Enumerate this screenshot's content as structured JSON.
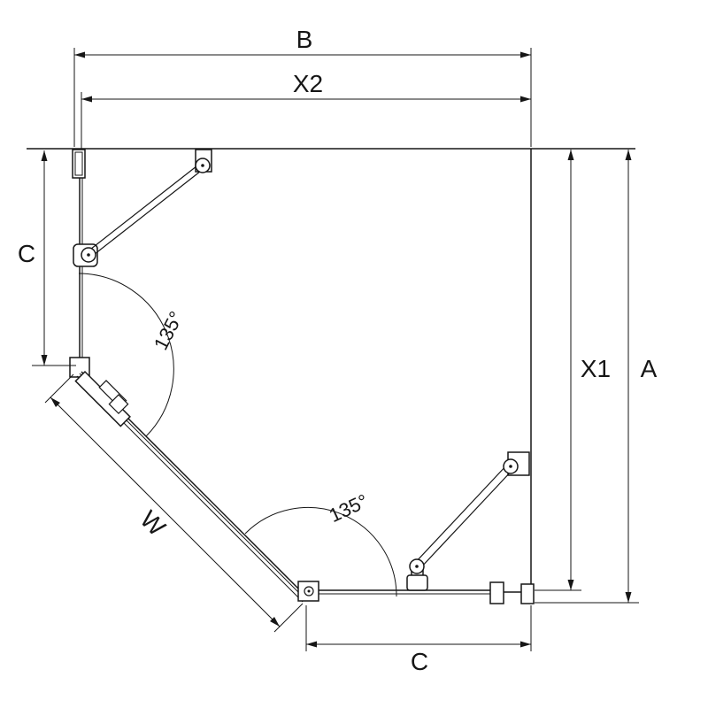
{
  "page": {
    "background": "#ffffff",
    "line_color": "#161616"
  },
  "drawing": {
    "type": "technical-dimension-drawing",
    "subject": "pentagonal corner enclosure plan view"
  },
  "dimensions": {
    "b": {
      "label": "B"
    },
    "x2": {
      "label": "X2"
    },
    "c_left": {
      "label": "C"
    },
    "x1": {
      "label": "X1"
    },
    "a": {
      "label": "A"
    },
    "w": {
      "label": "W"
    },
    "c_bottom": {
      "label": "C"
    }
  },
  "angles": {
    "top": {
      "label": "135°"
    },
    "bottom": {
      "label": "135°"
    }
  }
}
